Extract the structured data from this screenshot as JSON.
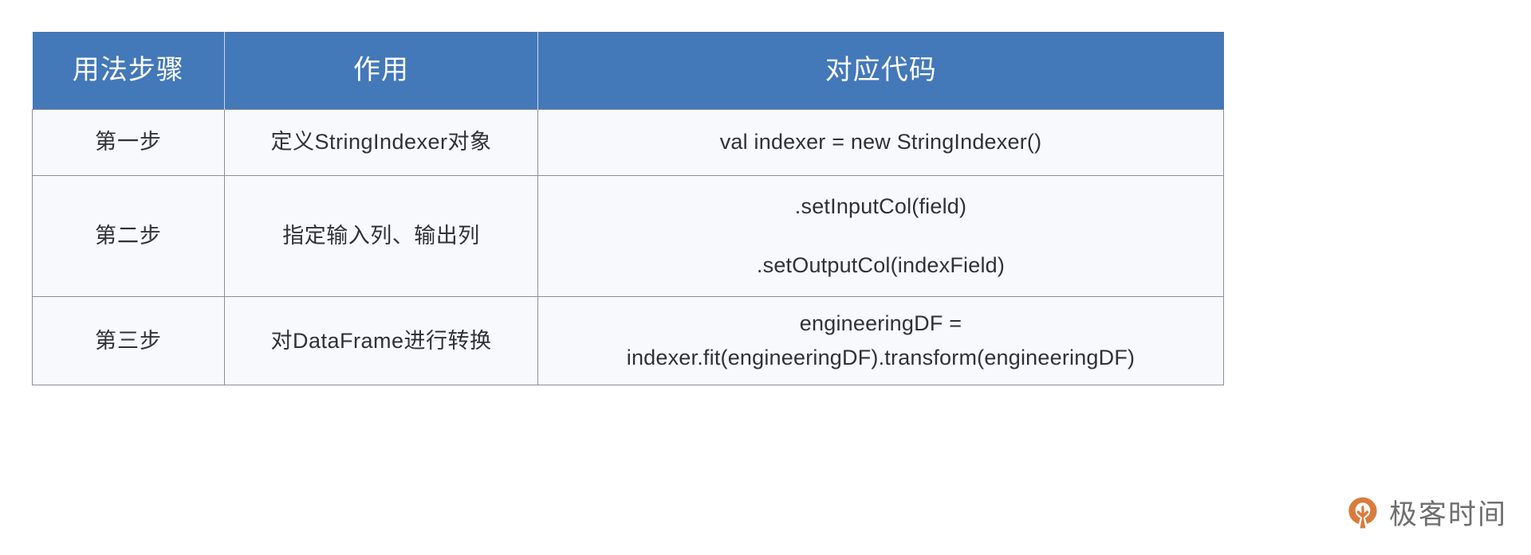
{
  "table": {
    "headers": [
      {
        "label": "用法步骤"
      },
      {
        "label": "作用"
      },
      {
        "label": "对应代码"
      }
    ],
    "rows": [
      {
        "step": "第一步",
        "purpose": "定义StringIndexer对象",
        "code_lines": [
          "val indexer = new StringIndexer()"
        ]
      },
      {
        "step": "第二步",
        "purpose": "指定输入列、输出列",
        "code_lines": [
          ".setInputCol(field)",
          ".setOutputCol(indexField)"
        ]
      },
      {
        "step": "第三步",
        "purpose": "对DataFrame进行转换",
        "code_lines": [
          "engineeringDF =",
          "indexer.fit(engineeringDF).transform(engineeringDF)"
        ]
      }
    ]
  },
  "logo": {
    "text": "极客时间",
    "mark": "geekbang-logo-icon"
  },
  "colors": {
    "header_background": "#4378b9",
    "header_text": "#ffffff",
    "body_background": "#f7f9fc",
    "body_text": "#2e3238",
    "border": "#8b8f96",
    "logo_orange": "#d97b3c",
    "logo_text": "#6f6f6f"
  }
}
